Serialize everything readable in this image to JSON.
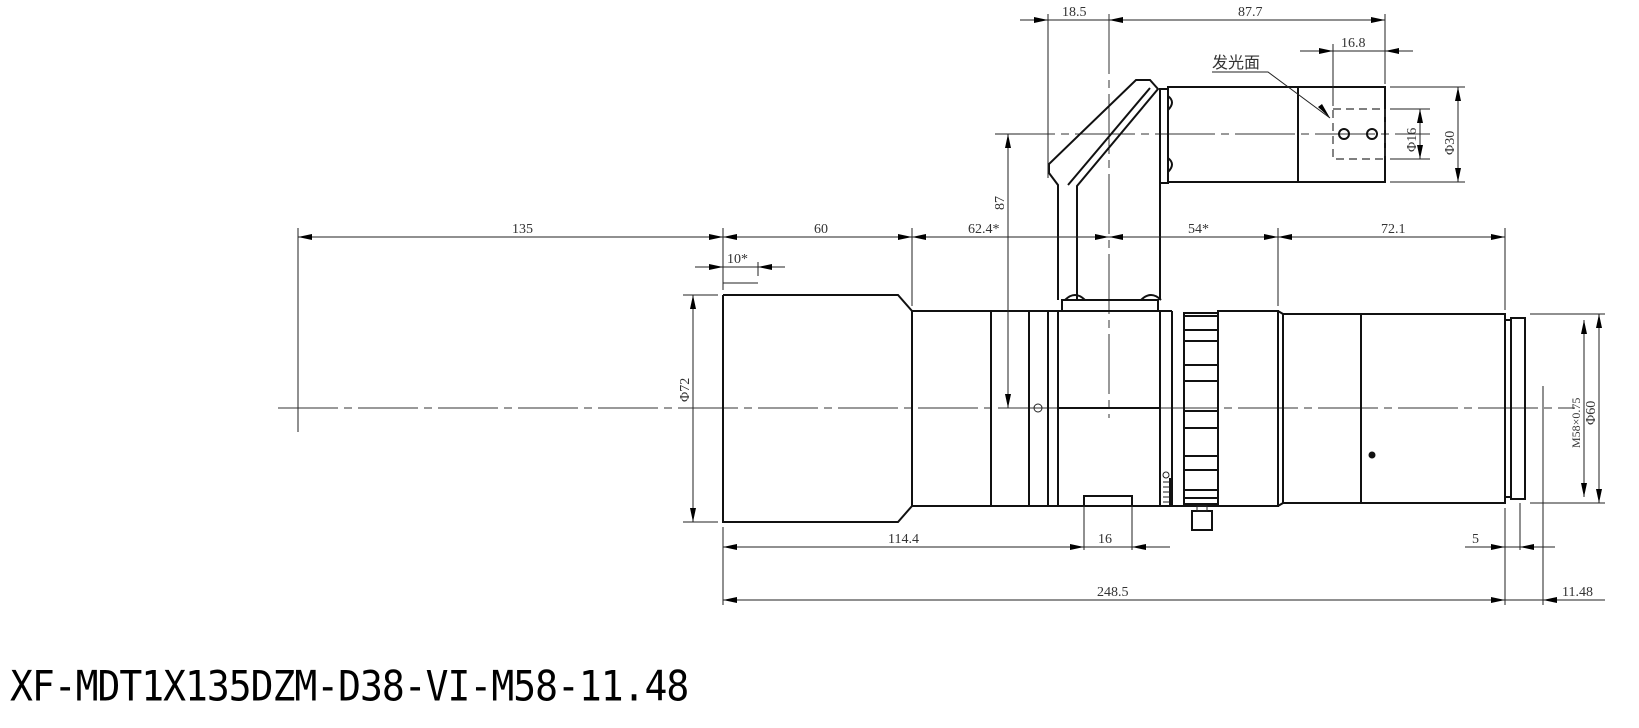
{
  "title": "XF-MDT1X135DZM-D38-VI-M58-11.48",
  "annotations": {
    "emitting_surface": "发光面"
  },
  "dimensions": {
    "d_135": "135",
    "d_60": "60",
    "d_10": "10*",
    "d_62_4": "62.4*",
    "d_54": "54*",
    "d_72_1": "72.1",
    "d_18_5": "18.5",
    "d_87_7": "87.7",
    "d_16_8": "16.8",
    "d_87": "87",
    "dia_72": "Φ72",
    "dia_16": "Φ16",
    "dia_30": "Φ30",
    "dia_60": "Φ60",
    "thread": "M58×0.75",
    "d_114_4": "114.4",
    "d_16": "16",
    "d_5": "5",
    "d_248_5": "248.5",
    "d_11_48": "11.48"
  },
  "colors": {
    "line": "#111111",
    "text": "#333333"
  }
}
